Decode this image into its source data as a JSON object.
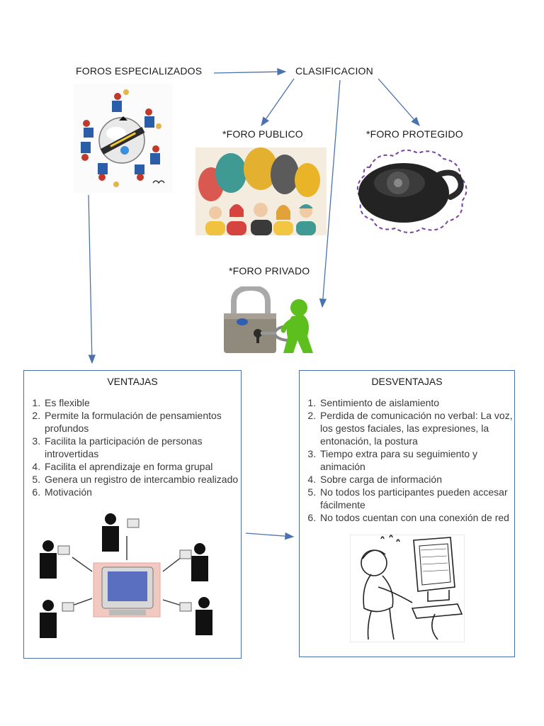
{
  "labels": {
    "foros_especializados": "FOROS ESPECIALIZADOS",
    "clasificacion": "CLASIFICACION",
    "foro_publico": "*FORO PUBLICO",
    "foro_protegido": "*FORO PROTEGIDO",
    "foro_privado": "*FORO PRIVADO"
  },
  "ventajas": {
    "title": "VENTAJAS",
    "items": [
      "Es flexible",
      "Permite la formulación de pensamientos profundos",
      "Facilita la participación de personas introvertidas",
      "Facilita el aprendizaje en forma grupal",
      "Genera un registro de intercambio realizado",
      "Motivación"
    ]
  },
  "desventajas": {
    "title": "DESVENTAJAS",
    "items": [
      "Sentimiento de aislamiento",
      "Perdida de comunicación no verbal: La voz, los gestos faciales, las expresiones, la entonación, la postura",
      "Tiempo extra para su seguimiento y animación",
      "Sobre carga de información",
      "No todos los participantes pueden accesar fácilmente",
      "No todos cuentan con una conexión de red"
    ]
  },
  "colors": {
    "arrow": "#4a72b0",
    "box_border": "#4a72b0",
    "cloud_border": "#7a3fa0",
    "lock_body": "#8f8a7c",
    "figure_green": "#5cbf1e"
  },
  "icons": {
    "forum_globe": "globe-people-icon",
    "public_forum": "speech-bubbles-people-icon",
    "protected_forum": "chromecast-device-icon",
    "private_forum": "padlock-key-figure-icon",
    "network": "network-computers-icon",
    "frustrated_user": "frustrated-user-computer-icon"
  }
}
